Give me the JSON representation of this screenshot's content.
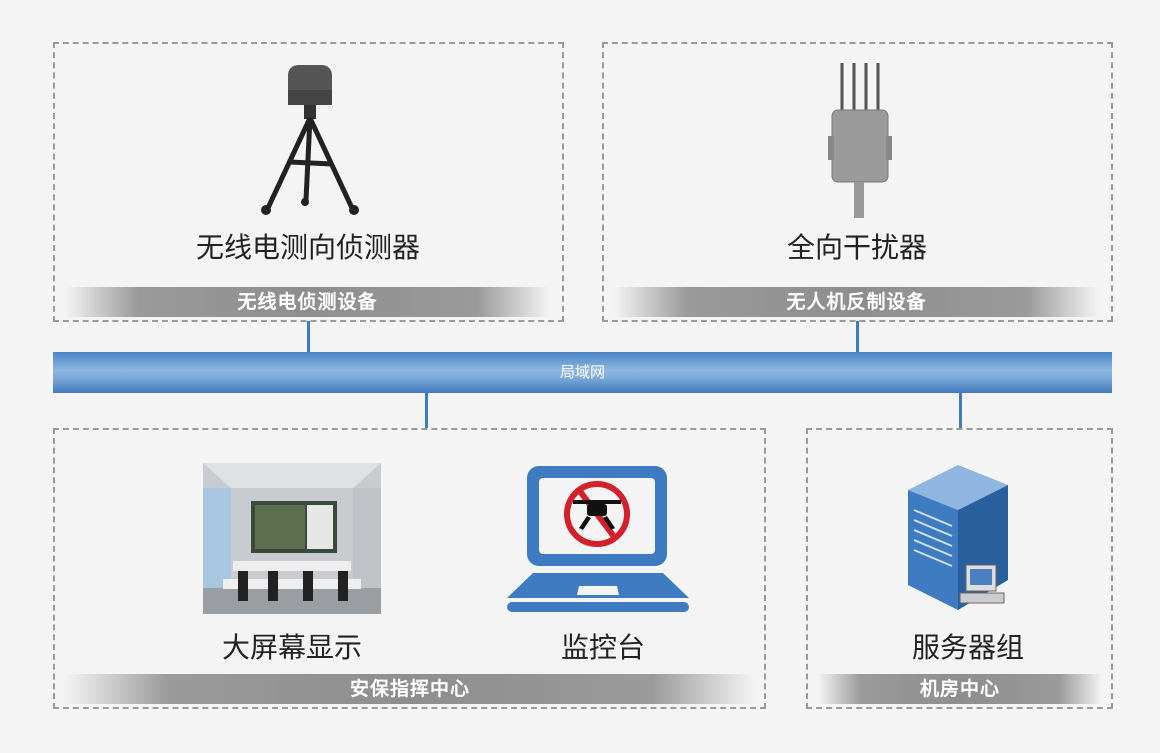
{
  "network": {
    "label": "局域网"
  },
  "groups": [
    {
      "banner": "无线电侦测设备",
      "devices": [
        {
          "label": "无线电测向侦测器",
          "icon": "direction-finder-tripod-icon"
        }
      ]
    },
    {
      "banner": "无人机反制设备",
      "devices": [
        {
          "label": "全向干扰器",
          "icon": "jammer-antenna-icon"
        }
      ]
    },
    {
      "banner": "安保指挥中心",
      "devices": [
        {
          "label": "大屏幕显示",
          "icon": "control-room-photo"
        },
        {
          "label": "监控台",
          "icon": "laptop-no-drone-icon"
        }
      ]
    },
    {
      "banner": "机房中心",
      "devices": [
        {
          "label": "服务器组",
          "icon": "server-tower-icon"
        }
      ]
    }
  ],
  "colors": {
    "network": "#5a90cf",
    "icon_blue": "#3f7bc0",
    "no_sign": "#d3202a"
  }
}
